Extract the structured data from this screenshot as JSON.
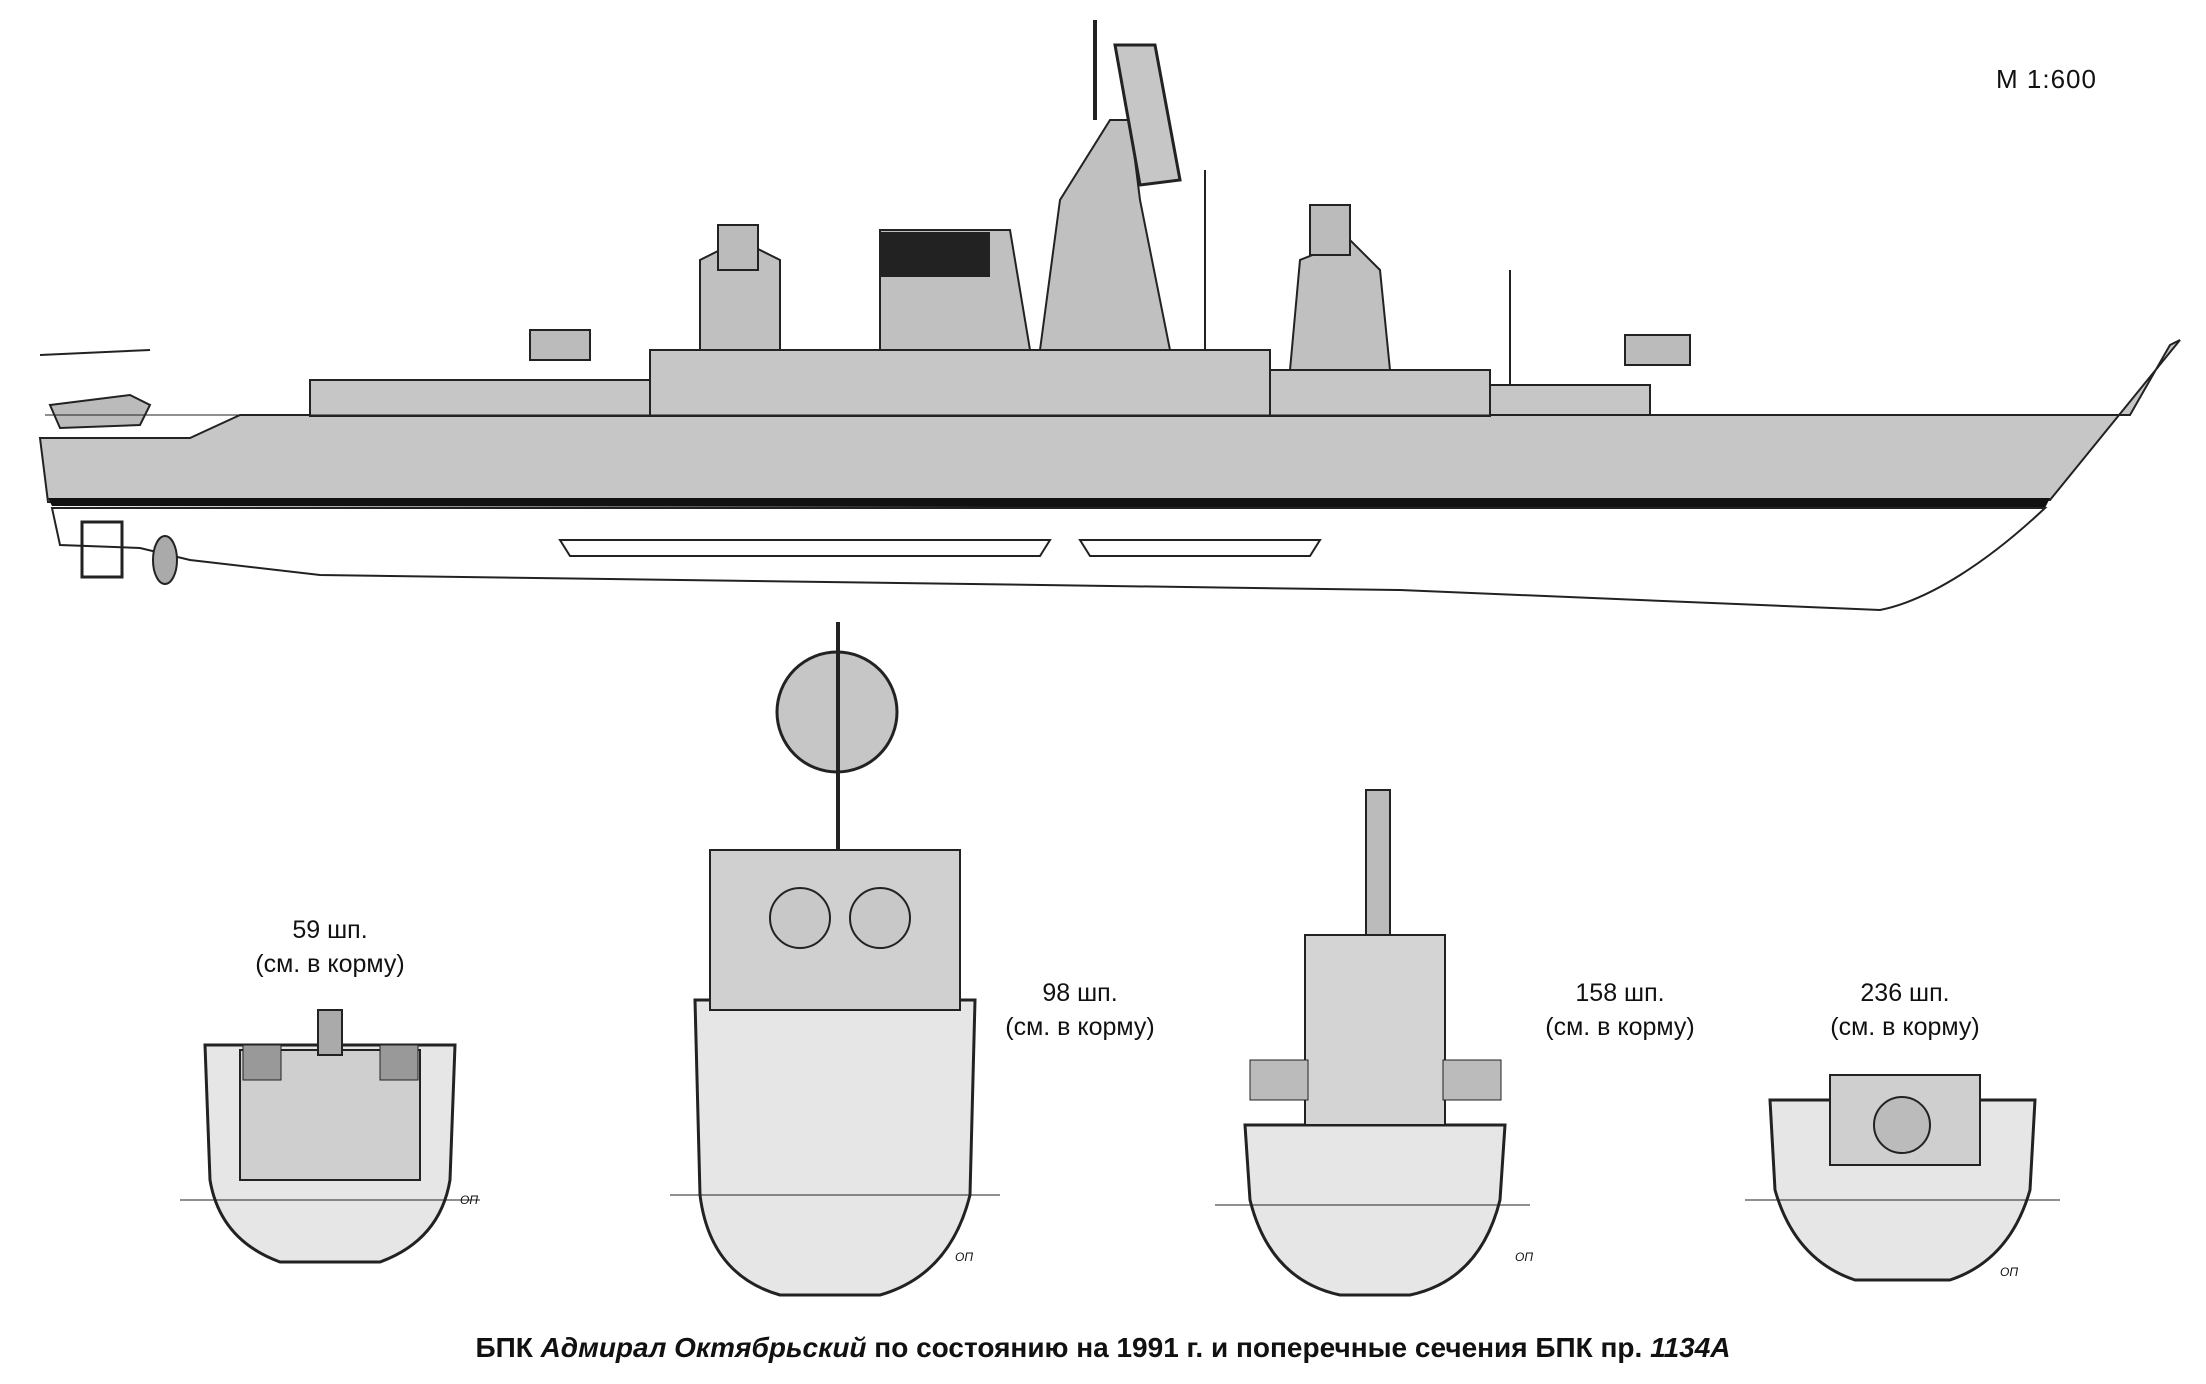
{
  "scale": "М 1:600",
  "sections": [
    {
      "frame": "59 шп.",
      "dir": "(см. в корму)",
      "op": "ОП"
    },
    {
      "frame": "98 шп.",
      "dir": "(см. в корму)",
      "op": "ОП"
    },
    {
      "frame": "158 шп.",
      "dir": "(см. в корму)",
      "op": "ОП"
    },
    {
      "frame": "236 шп.",
      "dir": "(см. в корму)",
      "op": "ОП"
    }
  ],
  "caption": {
    "part1": "БПК ",
    "ship": "Адмирал Октябрьский",
    "part2": " по состоянию на 1991 г. и поперечные сечения БПК пр. ",
    "project": "1134А"
  }
}
